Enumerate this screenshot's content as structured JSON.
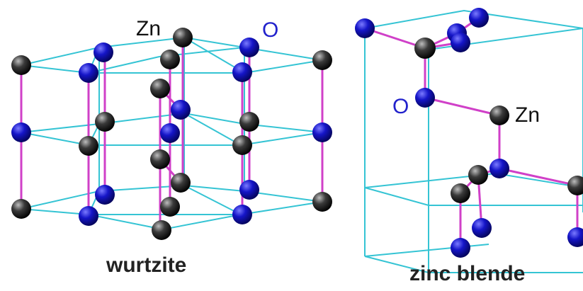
{
  "wurtzite": {
    "caption": "wurtzite",
    "zn_label": "Zn",
    "o_label": "O"
  },
  "zinc_blende": {
    "caption": "zinc blende",
    "zn_label": "Zn",
    "o_label": "O"
  },
  "colors": {
    "cell_edge": "#35c4d4",
    "bond": "#d040c8",
    "zn_atom": "#1a1a1a",
    "o_atom": "#1010c0",
    "o_label": "#2222cc"
  }
}
